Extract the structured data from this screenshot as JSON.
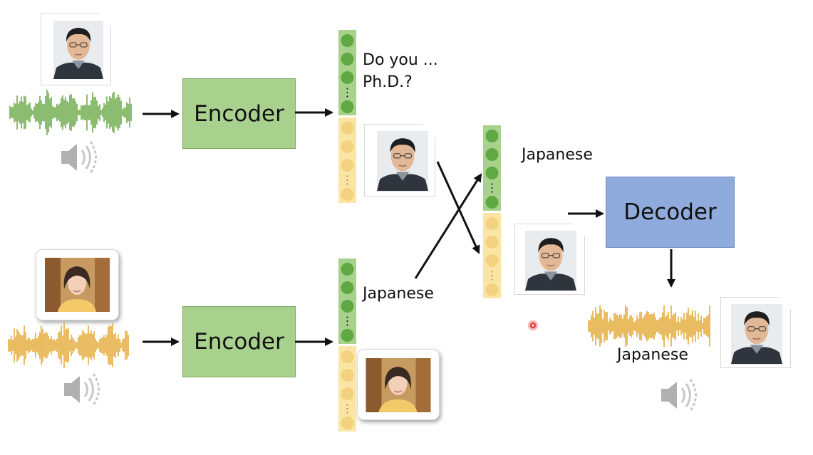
{
  "diagram": {
    "encoder_top_label": "Encoder",
    "encoder_bottom_label": "Encoder",
    "decoder_label": "Decoder",
    "content_text_top_line1": "Do you ...",
    "content_text_top_line2": "Ph.D.?",
    "content_text_bottom": "Japanese",
    "content_text_mixed": "Japanese",
    "output_text": "Japanese",
    "colors": {
      "encoder": "#a9d18e",
      "decoder": "#8faadc",
      "content_bar": "#a9d18e",
      "content_dot": "#5fa842",
      "speaker_bar": "#fbe5a6",
      "speaker_dot": "#f2d27f",
      "waveform_green": "#5aa032",
      "waveform_gold": "#e0a020",
      "pointer": "#e53935"
    },
    "icons": [
      "speaker-icon",
      "waveform-icon",
      "portrait-male",
      "portrait-female",
      "arrow-icon",
      "cursor-dot-icon"
    ]
  }
}
